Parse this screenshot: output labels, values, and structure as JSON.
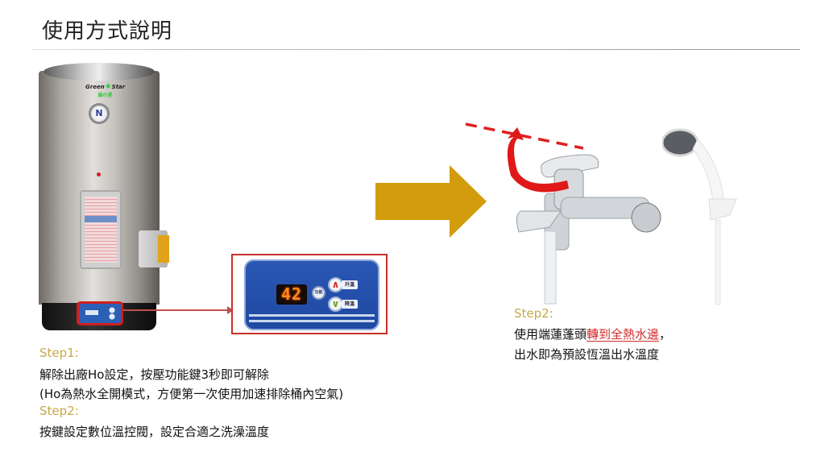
{
  "page": {
    "title": "使用方式說明"
  },
  "heater": {
    "brand_en_left": "Green",
    "brand_en_right": "Star",
    "brand_zh": "綠の星",
    "gauge_glyph": "N"
  },
  "control_panel": {
    "display_value": "42",
    "function_button_label": "功能",
    "up_button_glyph": "∧",
    "up_button_label": "升溫",
    "down_button_glyph": "∨",
    "down_button_label": "降溫"
  },
  "left_steps": {
    "step1_heading": "Step1:",
    "step1_line1": "解除出廠Ho設定，按壓功能鍵3秒即可解除",
    "step1_line2": "(Ho為熱水全開模式，方便第一次使用加速排除桶內空氣)",
    "step2_heading": "Step2:",
    "step2_line1": "按鍵設定數位溫控閥，設定合適之洗澡溫度"
  },
  "right_step": {
    "heading": "Step2:",
    "line1_prefix": "使用端蓮蓬頭",
    "line1_highlight": "轉到全熱水邊",
    "line1_suffix": "，",
    "line2": "出水即為預設恆溫出水溫度"
  },
  "colors": {
    "step_heading": "#c8a84a",
    "highlight_red": "#d42a2a",
    "arrow_gold": "#d29c0c",
    "panel_blue": "#2a58b6",
    "frame_red": "#c9302c"
  }
}
